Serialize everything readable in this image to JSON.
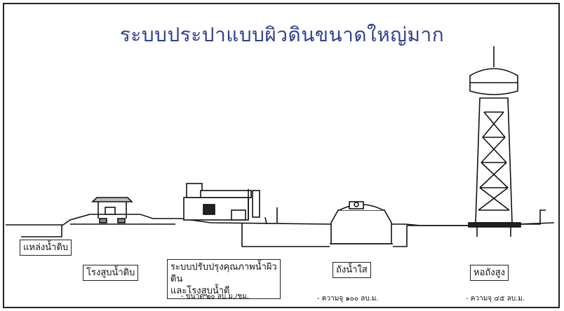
{
  "title": "ระบบประปาแบบผิวดินขนาดใหญ่มาก",
  "labels": {
    "source": "แหล่งน้ำดิบ",
    "raw_pump": "โรงสูบน้ำดิบ",
    "treatment_line1": "ระบบปรับปรุงคุณภาพน้ำผิวดิน",
    "treatment_line2": "และโรงสูบน้ำดี",
    "clear_tank": "ถังน้ำใส",
    "tower": "หอถังสูง"
  },
  "captions": {
    "treatment": "- ขนาด ๒๐ ลบ.ม./ชม.",
    "clear_tank": "- ความจุ ๑๐๐ ลบ.ม.",
    "tower": "- ความจุ ๔๕ ลบ.ม."
  },
  "colors": {
    "title": "#2f3f8f",
    "line": "#111111"
  }
}
